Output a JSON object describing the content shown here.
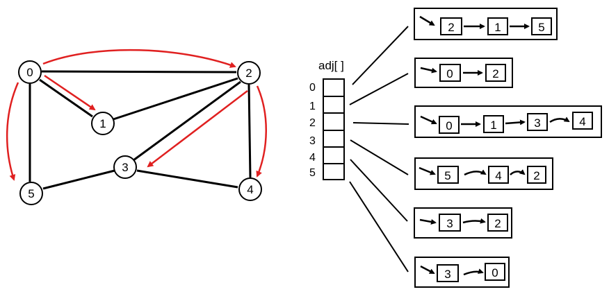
{
  "graph": {
    "vertices": [
      "0",
      "1",
      "2",
      "3",
      "4",
      "5"
    ],
    "edges": [
      [
        "0",
        "2"
      ],
      [
        "0",
        "1"
      ],
      [
        "0",
        "5"
      ],
      [
        "1",
        "2"
      ],
      [
        "2",
        "3"
      ],
      [
        "2",
        "4"
      ],
      [
        "3",
        "5"
      ],
      [
        "3",
        "4"
      ]
    ],
    "traversal_arrows": [
      [
        "0",
        "2"
      ],
      [
        "0",
        "1"
      ],
      [
        "0",
        "5"
      ],
      [
        "2",
        "3"
      ],
      [
        "2",
        "4"
      ]
    ],
    "edge_color": "#000000",
    "traversal_color": "#e02020"
  },
  "adj": {
    "label": "adj[ ]",
    "indices": [
      "0",
      "1",
      "2",
      "3",
      "4",
      "5"
    ],
    "lists": [
      [
        "2",
        "1",
        "5"
      ],
      [
        "0",
        "2"
      ],
      [
        "0",
        "1",
        "3",
        "4"
      ],
      [
        "5",
        "4",
        "2"
      ],
      [
        "3",
        "2"
      ],
      [
        "3",
        "0"
      ]
    ]
  }
}
